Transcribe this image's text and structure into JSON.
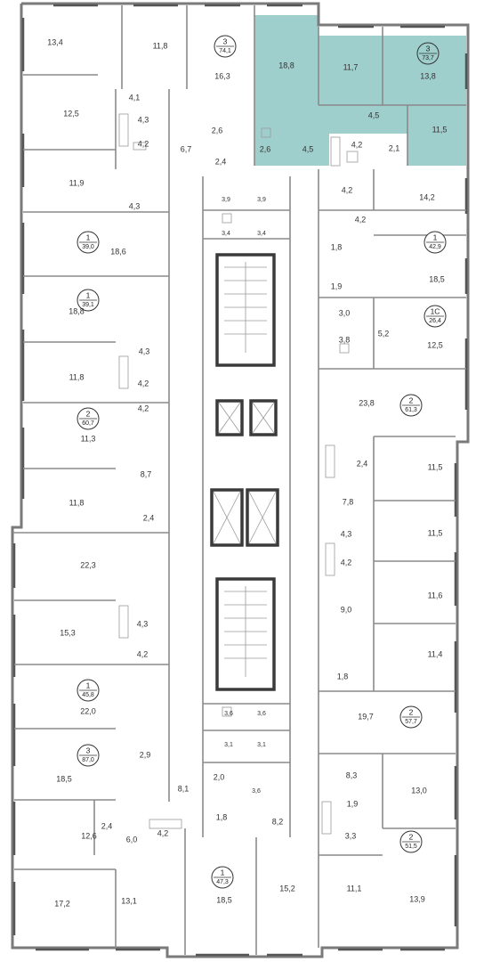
{
  "plan": {
    "highlight_color": "#9fcfcc",
    "wall_color": "#7a7a7a",
    "apartments": [
      {
        "id": "apt-74-1",
        "rooms": "3",
        "area": "74,1"
      },
      {
        "id": "apt-73-7",
        "rooms": "3",
        "area": "73,7",
        "highlighted": true
      },
      {
        "id": "apt-39-0",
        "rooms": "1",
        "area": "39,0"
      },
      {
        "id": "apt-42-9",
        "rooms": "1",
        "area": "42,9"
      },
      {
        "id": "apt-39-1",
        "rooms": "1",
        "area": "39,1"
      },
      {
        "id": "apt-26-4",
        "rooms": "1С",
        "area": "26,4"
      },
      {
        "id": "apt-61-3",
        "rooms": "2",
        "area": "61,3"
      },
      {
        "id": "apt-60-7",
        "rooms": "2",
        "area": "60,7"
      },
      {
        "id": "apt-45-8",
        "rooms": "1",
        "area": "45,8"
      },
      {
        "id": "apt-57-7",
        "rooms": "2",
        "area": "57,7"
      },
      {
        "id": "apt-87-0",
        "rooms": "3",
        "area": "87,0"
      },
      {
        "id": "apt-47-3",
        "rooms": "1",
        "area": "47,3"
      },
      {
        "id": "apt-51-5",
        "rooms": "2",
        "area": "51,5"
      }
    ],
    "room_labels": [
      "13,4",
      "11,8",
      "16,3",
      "18,8",
      "11,7",
      "13,8",
      "12,5",
      "4,1",
      "4,3",
      "4,2",
      "6,7",
      "2,6",
      "2,4",
      "2,6",
      "4,5",
      "4,5",
      "4,2",
      "2,1",
      "11,5",
      "11,9",
      "4,3",
      "3,9",
      "3,9",
      "4,2",
      "14,2",
      "3,4",
      "3,4",
      "4,2",
      "18,6",
      "1,8",
      "18,5",
      "1,9",
      "18,8",
      "3,0",
      "5,2",
      "3,8",
      "12,5",
      "4,3",
      "11,8",
      "4,2",
      "23,8",
      "4,2",
      "11,3",
      "2,4",
      "11,5",
      "8,7",
      "7,8",
      "11,8",
      "2,4",
      "4,3",
      "11,5",
      "22,3",
      "4,2",
      "11,6",
      "15,3",
      "4,3",
      "9,0",
      "4,2",
      "11,4",
      "1,8",
      "22,0",
      "3,6",
      "3,6",
      "19,7",
      "3,1",
      "3,1",
      "2,9",
      "18,5",
      "8,1",
      "2,0",
      "3,6",
      "8,3",
      "13,0",
      "1,9",
      "2,4",
      "12,6",
      "4,2",
      "1,8",
      "8,2",
      "6,0",
      "3,3",
      "17,2",
      "13,1",
      "18,5",
      "15,2",
      "11,1",
      "13,9"
    ]
  }
}
